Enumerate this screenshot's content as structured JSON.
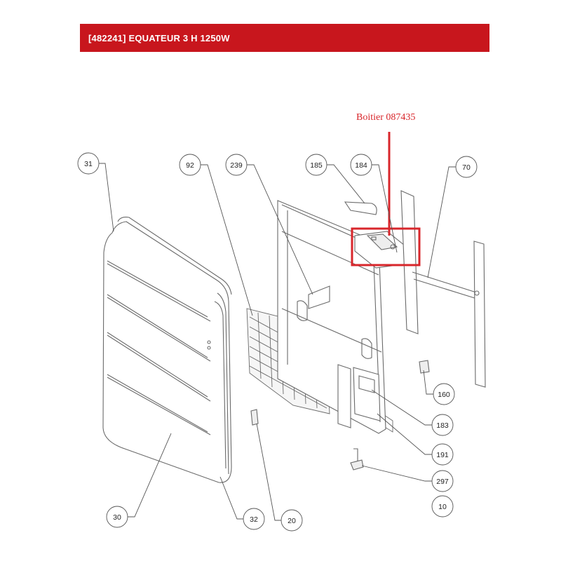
{
  "header": {
    "title": "[482241] EQUATEUR 3 H 1250W"
  },
  "annotation": {
    "text": "Boitier 087435"
  },
  "colors": {
    "header_bg": "#c8161d",
    "header_text": "#ffffff",
    "accent": "#d8262b",
    "line": "#555555",
    "drawing": "#6a6a6a"
  },
  "callouts": [
    {
      "id": "31",
      "label": "31"
    },
    {
      "id": "92",
      "label": "92"
    },
    {
      "id": "239",
      "label": "239"
    },
    {
      "id": "185",
      "label": "185"
    },
    {
      "id": "184",
      "label": "184"
    },
    {
      "id": "70",
      "label": "70"
    },
    {
      "id": "160",
      "label": "160"
    },
    {
      "id": "183",
      "label": "183"
    },
    {
      "id": "191",
      "label": "191"
    },
    {
      "id": "297",
      "label": "297"
    },
    {
      "id": "10",
      "label": "10"
    },
    {
      "id": "30",
      "label": "30"
    },
    {
      "id": "32",
      "label": "32"
    },
    {
      "id": "20",
      "label": "20"
    }
  ]
}
